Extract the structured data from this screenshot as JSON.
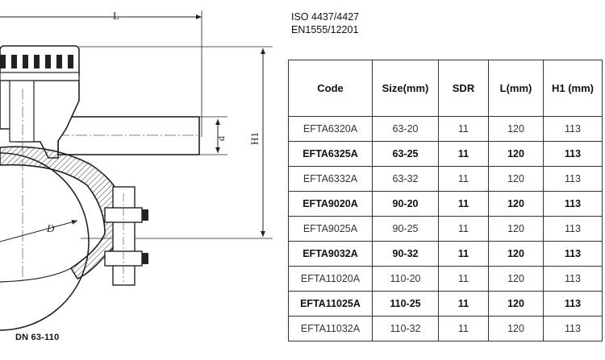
{
  "standards": {
    "line1": "ISO 4437/4427",
    "line2": "EN1555/12201"
  },
  "drawing": {
    "labels": {
      "L": "L",
      "H1": "H1",
      "d": "d",
      "D": "D"
    },
    "caption": "DN 63-110"
  },
  "table": {
    "headers": [
      "Code",
      "Size(mm)",
      "SDR",
      "L(mm)",
      "H1 (mm)"
    ],
    "rows": [
      {
        "cells": [
          "EFTA6320A",
          "63-20",
          "11",
          "120",
          "113"
        ],
        "bold": false
      },
      {
        "cells": [
          "EFTA6325A",
          "63-25",
          "11",
          "120",
          "113"
        ],
        "bold": true
      },
      {
        "cells": [
          "EFTA6332A",
          "63-32",
          "11",
          "120",
          "113"
        ],
        "bold": false
      },
      {
        "cells": [
          "EFTA9020A",
          "90-20",
          "11",
          "120",
          "113"
        ],
        "bold": true
      },
      {
        "cells": [
          "EFTA9025A",
          "90-25",
          "11",
          "120",
          "113"
        ],
        "bold": false
      },
      {
        "cells": [
          "EFTA9032A",
          "90-32",
          "11",
          "120",
          "113"
        ],
        "bold": true
      },
      {
        "cells": [
          "EFTA11020A",
          "110-20",
          "11",
          "120",
          "113"
        ],
        "bold": false
      },
      {
        "cells": [
          "EFTA11025A",
          "110-25",
          "11",
          "120",
          "113"
        ],
        "bold": true
      },
      {
        "cells": [
          "EFTA11032A",
          "110-32",
          "11",
          "120",
          "113"
        ],
        "bold": false
      }
    ]
  }
}
